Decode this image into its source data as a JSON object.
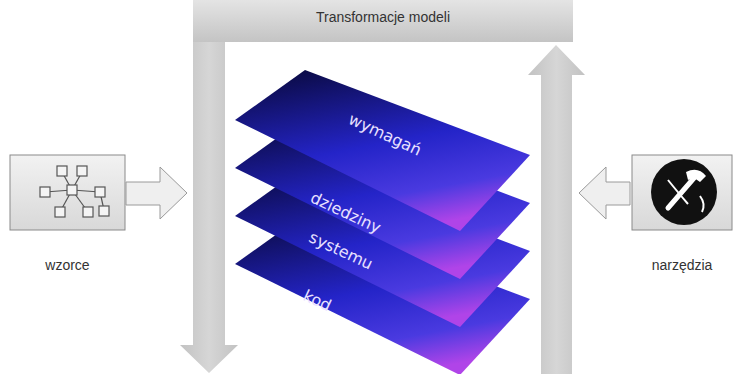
{
  "diagram": {
    "nodes": [
      {
        "text": [
          "Transformacje modeli"
        ]
      },
      {
        "text": [
          "wzorce"
        ]
      },
      {
        "text": [
          "wymagań"
        ]
      },
      {
        "text": [
          "dziedziny"
        ]
      },
      {
        "text": [
          "systemu"
        ]
      },
      {
        "text": [
          "kod"
        ]
      },
      {
        "text": [
          "narzędzia"
        ]
      }
    ]
  }
}
